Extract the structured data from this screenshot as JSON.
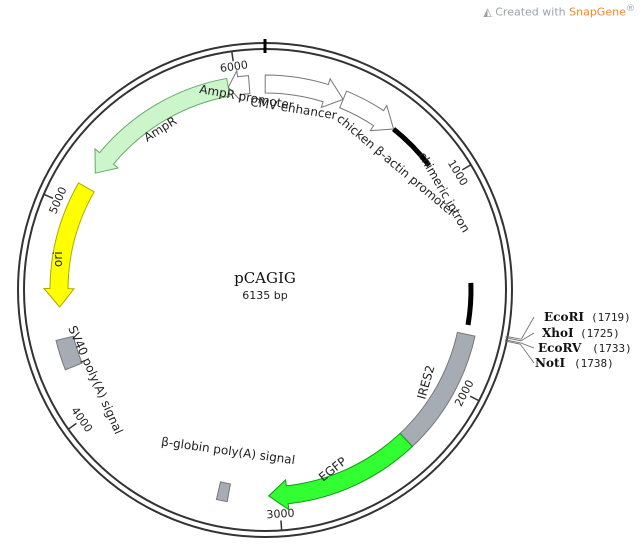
{
  "brand": {
    "prefix": "Created with ",
    "name": "SnapGene",
    "mark": "®"
  },
  "plasmid": {
    "name": "pCAGIG",
    "size_label": "6135 bp",
    "length": 6135
  },
  "ticks": [
    {
      "pos": 1000,
      "label": "1000"
    },
    {
      "pos": 2000,
      "label": "2000"
    },
    {
      "pos": 3000,
      "label": "3000"
    },
    {
      "pos": 4000,
      "label": "4000"
    },
    {
      "pos": 5000,
      "label": "5000"
    },
    {
      "pos": 6000,
      "label": "6000"
    }
  ],
  "features": [
    {
      "id": "cmv-enhancer",
      "label": "CMV enhancer",
      "start": 1,
      "end": 380,
      "fill": "#ffffff",
      "stroke": "#777777",
      "arrow": "cw"
    },
    {
      "id": "chicken-actin-promoter",
      "label": "chicken β-actin promoter",
      "start": 380,
      "end": 658,
      "fill": "#ffffff",
      "stroke": "#777777",
      "arrow": "cw"
    },
    {
      "id": "chimeric-intron",
      "label": "chimeric intron",
      "start": 658,
      "end": 1700,
      "fill": "#000000",
      "stroke": "#000000",
      "arrow": "none",
      "style": "line"
    },
    {
      "id": "ires2",
      "label": "IRES2",
      "start": 1745,
      "end": 2330,
      "fill": "#a6acb3",
      "stroke": "#777777",
      "arrow": "none"
    },
    {
      "id": "egfp",
      "label": "EGFP",
      "start": 2330,
      "end": 3050,
      "fill": "#31ff31",
      "stroke": "#119911",
      "arrow": "cw"
    },
    {
      "id": "beta-globin-polya",
      "label": "β-globin poly(A) signal",
      "start": 3240,
      "end": 3290,
      "fill": "#a6acb3",
      "stroke": "#777777",
      "arrow": "none"
    },
    {
      "id": "sv40-polya",
      "label": "SV40 poly(A) signal",
      "start": 4230,
      "end": 4370,
      "fill": "#a6acb3",
      "stroke": "#777777",
      "arrow": "none"
    },
    {
      "id": "ori",
      "label": "ori",
      "start": 4520,
      "end": 5110,
      "fill": "#ffff00",
      "stroke": "#aaaa00",
      "arrow": "ccw"
    },
    {
      "id": "ampr",
      "label": "AmpR",
      "start": 5190,
      "end": 5960,
      "fill": "#ccf5cc",
      "stroke": "#66aa66",
      "arrow": "ccw"
    },
    {
      "id": "ampr-promoter",
      "label": "AmpR promoter",
      "start": 5960,
      "end": 6060,
      "fill": "#ffffff",
      "stroke": "#777777",
      "arrow": "ccw"
    }
  ],
  "sites": [
    {
      "name": "EcoRI",
      "pos_label": "(1719)",
      "pos": 1719
    },
    {
      "name": "XhoI",
      "pos_label": "(1725)",
      "pos": 1725
    },
    {
      "name": "EcoRV",
      "pos_label": "(1733)",
      "pos": 1733
    },
    {
      "name": "NotI",
      "pos_label": "(1738)",
      "pos": 1738
    }
  ],
  "colors": {
    "backbone": "#333333",
    "brand_text": "#9aa3ab",
    "brand_accent": "#f08a2a"
  }
}
